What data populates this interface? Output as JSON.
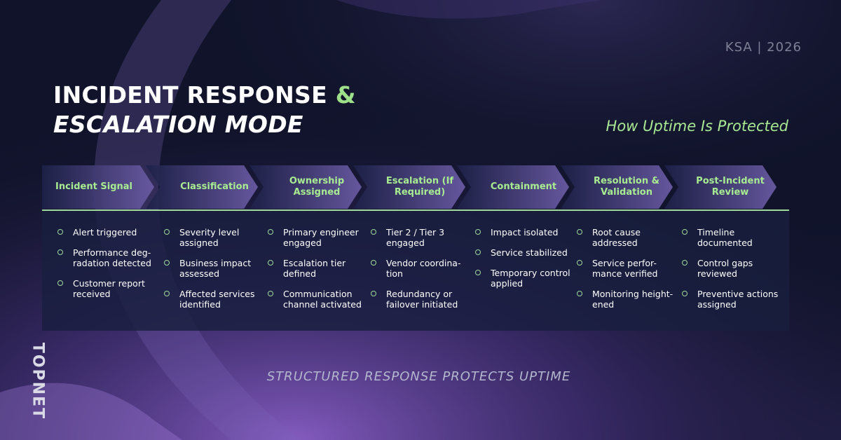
{
  "meta": "KSA | 2026",
  "title": {
    "line1": "INCIDENT RESPONSE",
    "amp": "&",
    "line2": "ESCALATION MODE"
  },
  "subtitle": "How Uptime Is Protected",
  "stages": [
    {
      "label": "Incident Signal",
      "items": [
        "Alert triggered",
        "Performance deg-radation detected",
        "Customer report received"
      ]
    },
    {
      "label": "Classification",
      "items": [
        "Severity level assigned",
        "Business impact assessed",
        "Affected services identified"
      ]
    },
    {
      "label": "Ownership Assigned",
      "items": [
        "Primary engineer engaged",
        "Escalation tier defined",
        "Communication channel activated"
      ]
    },
    {
      "label": "Escalation (If Required)",
      "items": [
        "Tier 2 / Tier 3 engaged",
        "Vendor coordina-tion",
        "Redundancy or failover initiated"
      ]
    },
    {
      "label": "Containment",
      "items": [
        "Impact isolated",
        "Service stabilized",
        "Temporary control applied"
      ]
    },
    {
      "label": "Resolution & Validation",
      "items": [
        "Root cause addressed",
        "Service perfor-mance verified",
        "Monitoring height-ened"
      ]
    },
    {
      "label": "Post-Incident Review",
      "items": [
        "Timeline documented",
        "Control gaps reviewed",
        "Preventive actions assigned"
      ]
    }
  ],
  "tagline": "STRUCTURED RESPONSE PROTECTS UPTIME",
  "logo": "TOPNET",
  "colors": {
    "accent": "#a8ec91",
    "background": "#0f1328",
    "purple": "#7a5bb0"
  }
}
